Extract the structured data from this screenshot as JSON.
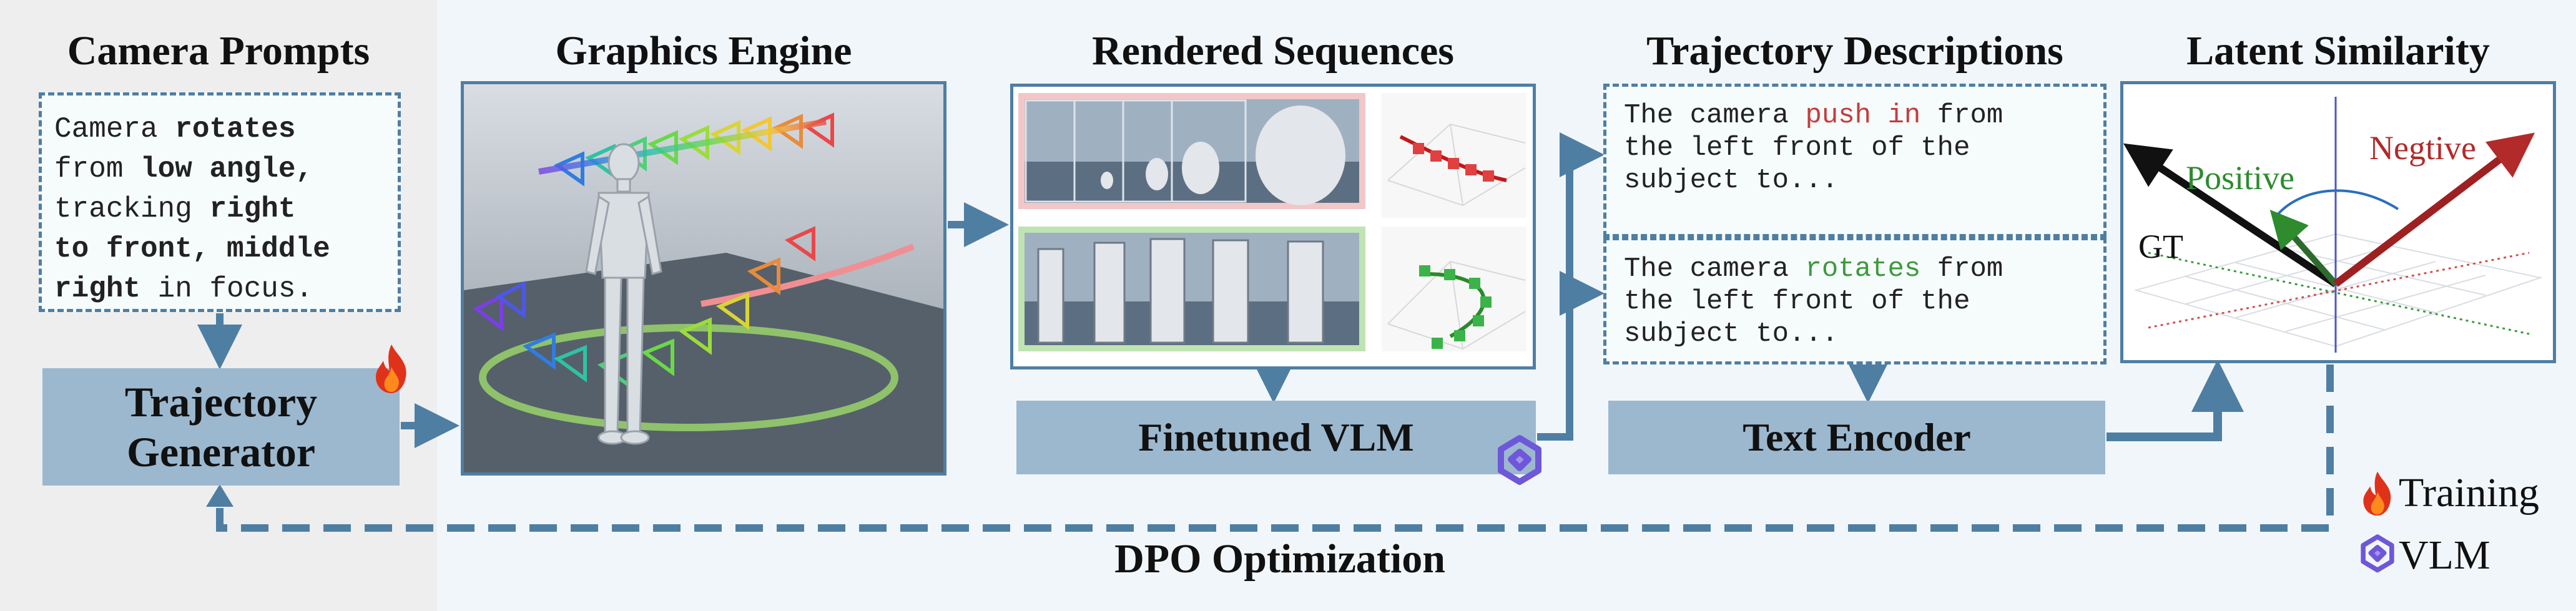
{
  "sections": {
    "camera_prompts": "Camera Prompts",
    "graphics_engine": "Graphics Engine",
    "rendered_sequences": "Rendered Sequences",
    "trajectory_descriptions": "Trajectory Descriptions",
    "latent_similarity": "Latent Similarity"
  },
  "prompt": {
    "line1": {
      "a": "Camera ",
      "b": "rotates"
    },
    "line2": {
      "a": "from ",
      "b": "low angle,"
    },
    "line3": {
      "a": "tracking ",
      "b": "right"
    },
    "line4": {
      "b": "to front, middle"
    },
    "line5": {
      "b": "right",
      "a": " in focus."
    }
  },
  "blocks": {
    "trajectory_generator_line1": "Trajectory",
    "trajectory_generator_line2": "Generator",
    "finetuned_vlm": "Finetuned VLM",
    "text_encoder": "Text Encoder"
  },
  "descriptions": {
    "d1": {
      "line1_a": "The camera ",
      "line1_b": "push in",
      "line1_c": " from",
      "line2": "the left front of the",
      "line3": "subject to..."
    },
    "d2": {
      "line1_a": "The camera ",
      "line1_b": "rotates",
      "line1_c": " from",
      "line2": "the left front of the",
      "line3": "subject to..."
    }
  },
  "similarity": {
    "negative": "Negtive",
    "positive": "Positive",
    "gt": "GT"
  },
  "bottom": {
    "dpo": "DPO Optimization"
  },
  "legend": {
    "training": "Training",
    "vlm": "VLM"
  },
  "colors": {
    "accent": "#4f7ea3",
    "block": "#9bb8cf",
    "negative": "#b22a2a",
    "positive": "#2e8b2e",
    "push_in_text": "#c43c3c",
    "rotates_text": "#3d9a3d"
  }
}
